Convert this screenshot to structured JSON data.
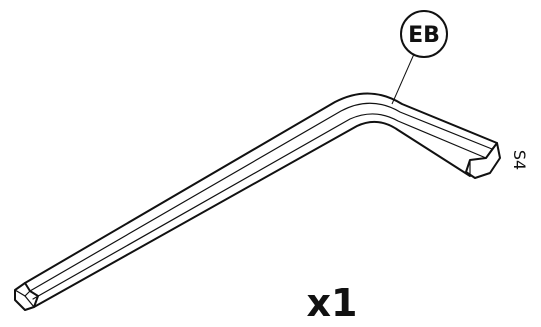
{
  "part": {
    "code": "EB",
    "size_label": "S4",
    "quantity": "x1",
    "icon": "hex-allen-key"
  },
  "colors": {
    "line": "#111111",
    "background": "#ffffff"
  }
}
